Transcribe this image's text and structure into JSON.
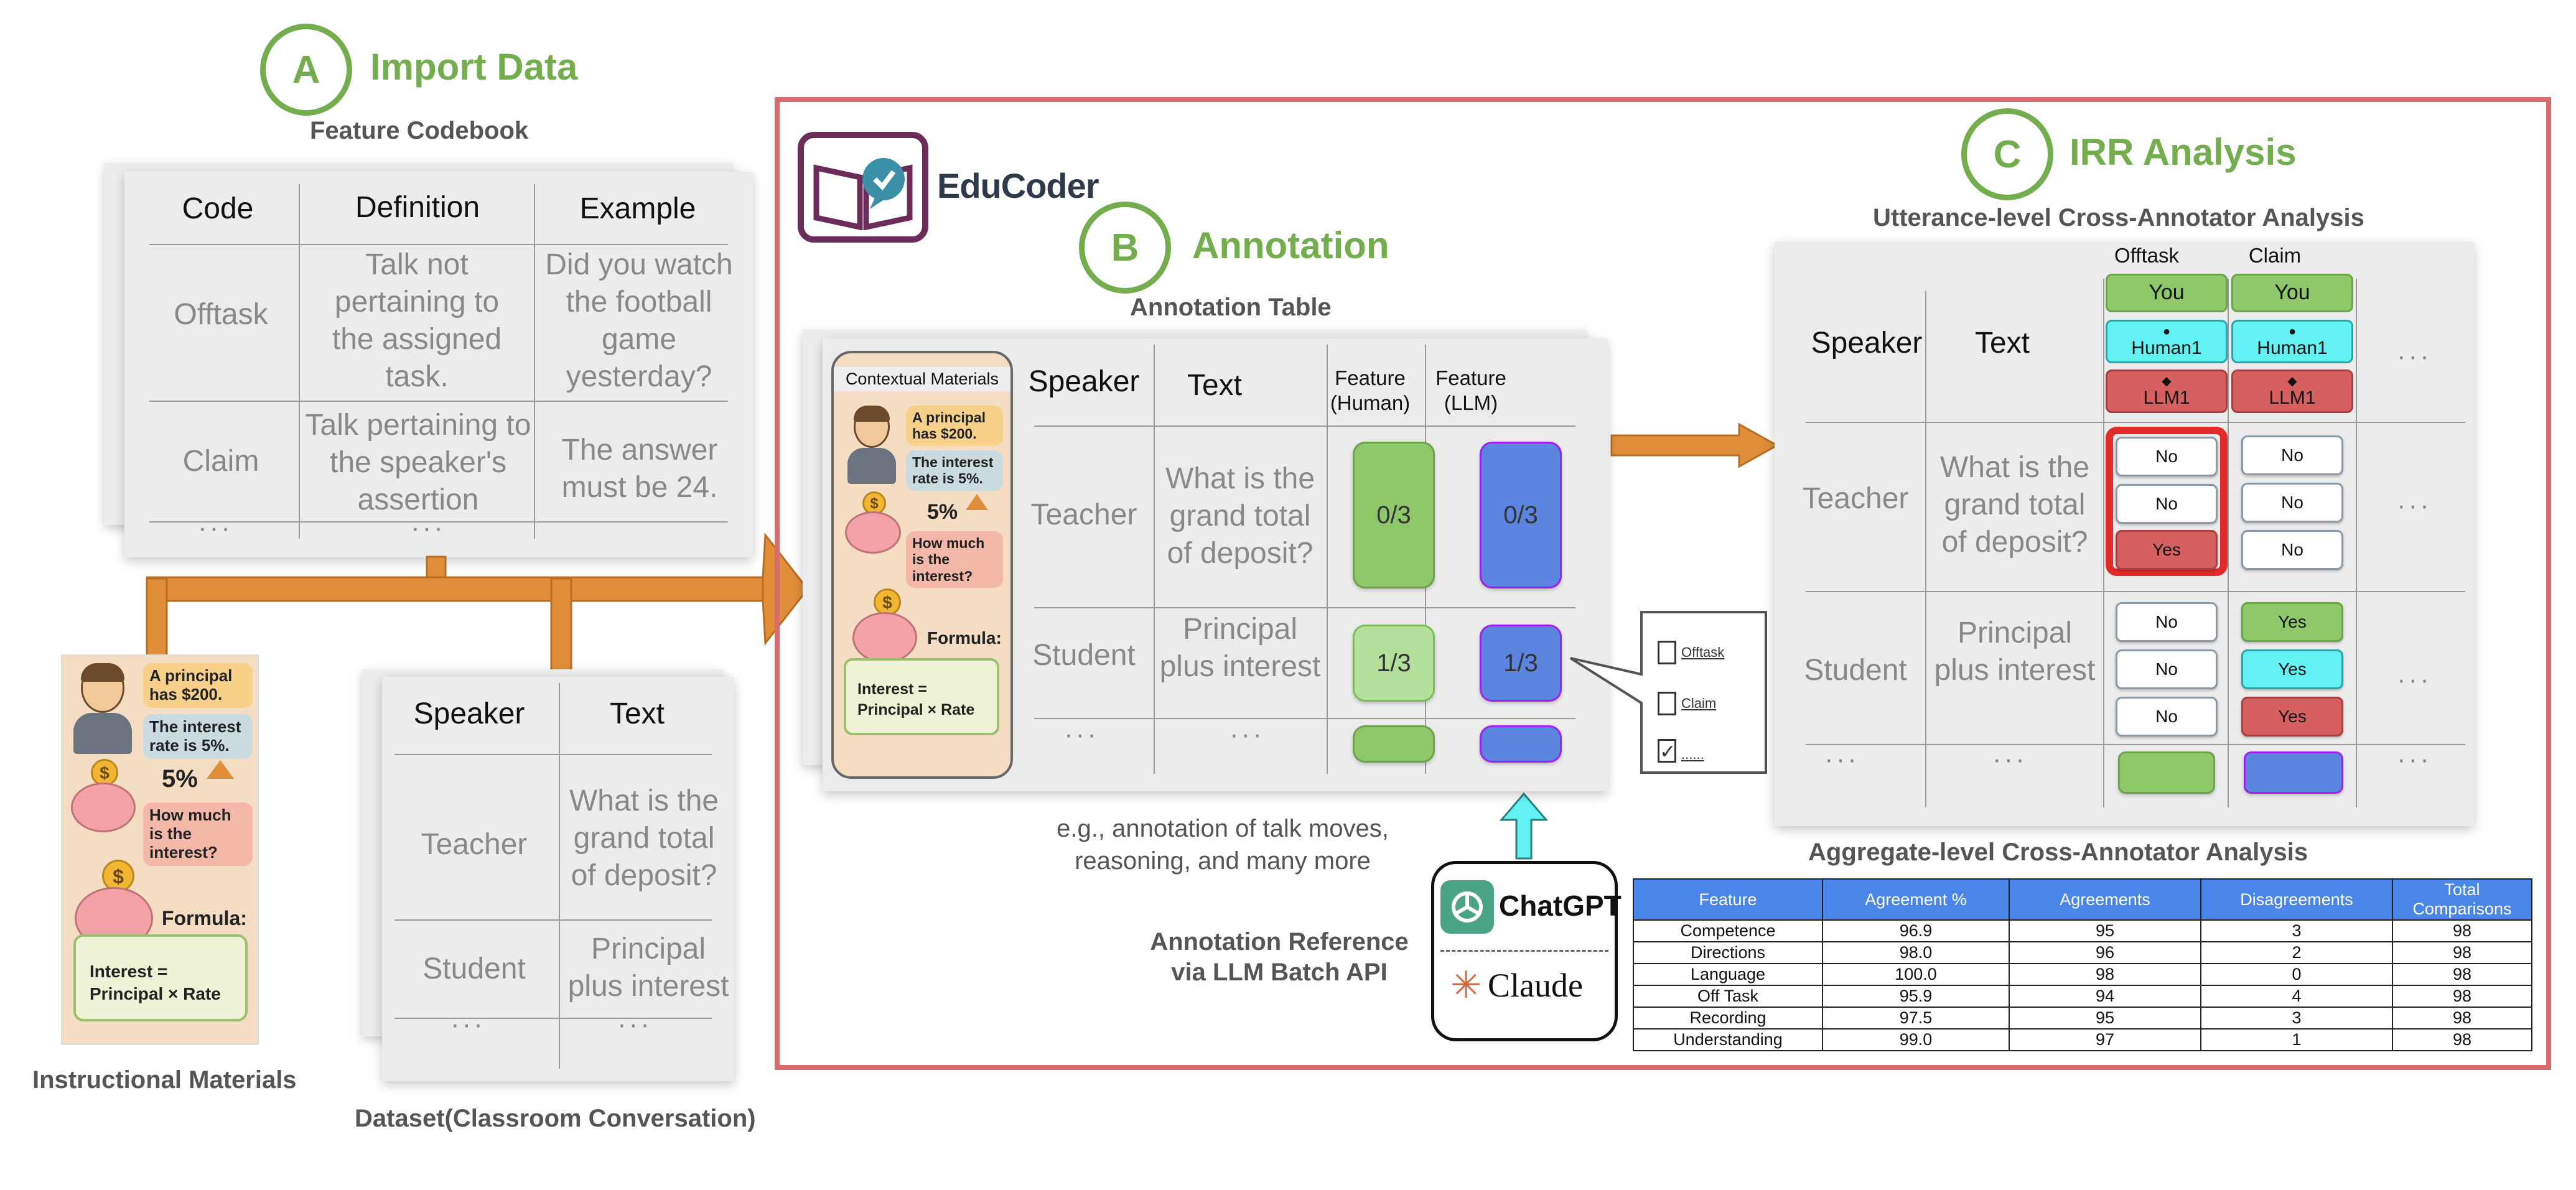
{
  "section_a": {
    "letter": "A",
    "title": "Import Data",
    "codebook_label": "Feature Codebook",
    "codebook": {
      "headers": [
        "Code",
        "Definition",
        "Example"
      ],
      "rows": [
        {
          "code": "Offtask",
          "definition": "Talk not pertaining to the assigned task.",
          "example": "Did you watch the football game yesterday?"
        },
        {
          "code": "Claim",
          "definition": "Talk pertaining to the speaker's assertion",
          "example": "The answer must be 24."
        }
      ],
      "ellipsis": "···"
    },
    "instructional_label": "Instructional Materials",
    "dataset_label": "Dataset(Classroom Conversation)",
    "dataset": {
      "headers": [
        "Speaker",
        "Text"
      ],
      "rows": [
        {
          "speaker": "Teacher",
          "text": "What is the grand total of deposit?"
        },
        {
          "speaker": "Student",
          "text": "Principal plus interest"
        }
      ],
      "ellipsis": "···"
    }
  },
  "materials": {
    "bubble1": "A principal has $200.",
    "bubble2": "The interest rate is 5%.",
    "percent": "5%",
    "bubble3": "How much is the interest?",
    "formula_label": "Formula:",
    "formula": "Interest = Principal × Rate",
    "coin": "$"
  },
  "brand": {
    "name": "EduCoder"
  },
  "section_b": {
    "letter": "B",
    "title": "Annotation",
    "table_label": "Annotation Table",
    "contextual_label": "Contextual Materials",
    "headers": [
      "Speaker",
      "Text",
      "Feature (Human)",
      "Feature (LLM)"
    ],
    "rows": [
      {
        "speaker": "Teacher",
        "text": "What is the grand total of deposit?",
        "human": "0/3",
        "llm": "0/3"
      },
      {
        "speaker": "Student",
        "text": "Principal plus interest",
        "human": "1/3",
        "llm": "1/3"
      }
    ],
    "ellipsis": "···",
    "example_note": "e.g., annotation of talk moves, reasoning, and many more",
    "checklist": [
      "Offtask",
      "Claim",
      "......"
    ],
    "checklist_checked": [
      false,
      false,
      true
    ]
  },
  "llm_ref": {
    "label": "Annotation Reference via LLM Batch API",
    "chatgpt": "ChatGPT",
    "claude": "Claude"
  },
  "section_c": {
    "letter": "C",
    "title": "IRR Analysis",
    "utterance_label": "Utterance-level Cross-Annotator Analysis",
    "headers": [
      "Speaker",
      "Text"
    ],
    "feature_cols": [
      "Offtask",
      "Claim"
    ],
    "annotators": [
      "You",
      "Human1",
      "LLM1"
    ],
    "rows": [
      {
        "speaker": "Teacher",
        "text": "What is the grand total of deposit?",
        "offtask": [
          "No",
          "No",
          "Yes"
        ],
        "claim": [
          "No",
          "No",
          "No"
        ]
      },
      {
        "speaker": "Student",
        "text": "Principal plus interest",
        "offtask": [
          "No",
          "No",
          "No"
        ],
        "claim": [
          "Yes",
          "Yes",
          "Yes"
        ]
      }
    ],
    "ellipsis": "···",
    "aggregate_label": "Aggregate-level Cross-Annotator Analysis",
    "aggregate": {
      "headers": [
        "Feature",
        "Agreement %",
        "Agreements",
        "Disagreements",
        "Total Comparisons"
      ],
      "rows": [
        [
          "Competence",
          "96.9",
          "95",
          "3",
          "98"
        ],
        [
          "Directions",
          "98.0",
          "96",
          "2",
          "98"
        ],
        [
          "Language",
          "100.0",
          "98",
          "0",
          "98"
        ],
        [
          "Off Task",
          "95.9",
          "94",
          "4",
          "98"
        ],
        [
          "Recording",
          "97.5",
          "95",
          "3",
          "98"
        ],
        [
          "Understanding",
          "99.0",
          "97",
          "1",
          "98"
        ]
      ]
    }
  },
  "colors": {
    "green": "#73ad4e",
    "orange": "#e08e3a",
    "red_frame": "#d96b6b",
    "human_green": "#8ec86a",
    "llm_blue": "#5b85e0",
    "cyan": "#63f2f4",
    "llm_red": "#d65f5f",
    "you_green": "#8ec86a"
  }
}
